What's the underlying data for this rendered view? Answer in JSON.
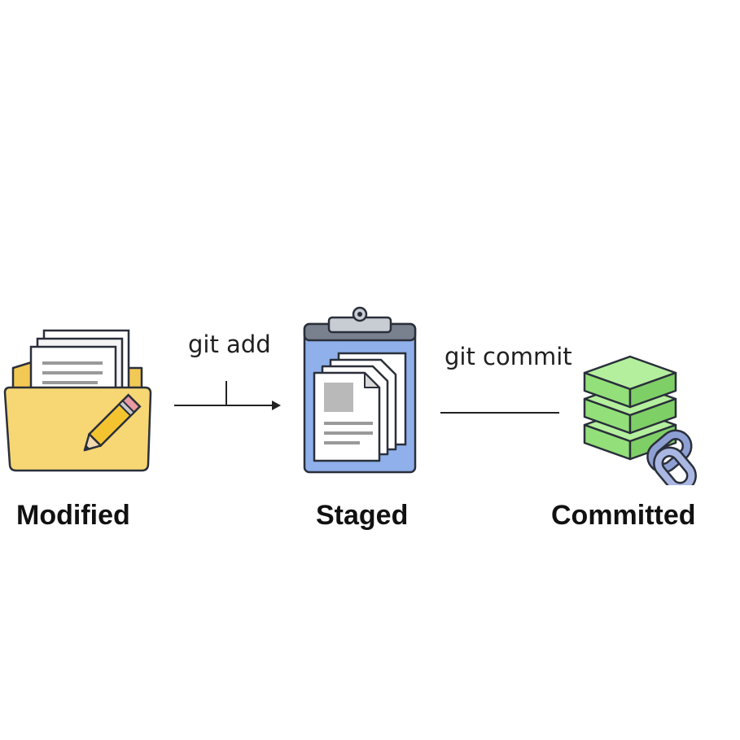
{
  "stages": [
    {
      "label": "Modified",
      "icon": "folder-pencil-icon"
    },
    {
      "label": "Staged",
      "icon": "clipboard-icon"
    },
    {
      "label": "Committed",
      "icon": "database-chain-icon"
    }
  ],
  "commands": [
    {
      "label": "git add",
      "arrow": true
    },
    {
      "label": "git commit",
      "arrow": false
    }
  ],
  "colors": {
    "folder": "#f7d774",
    "clipboard": "#8fb0ea",
    "blocks": "#93e07a",
    "chain": "#8e9fd4",
    "outline": "#2a2f3a"
  }
}
